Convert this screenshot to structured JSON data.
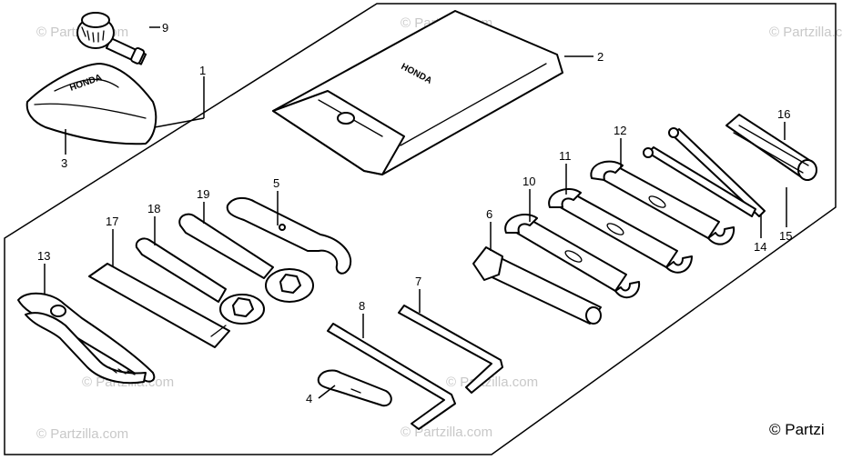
{
  "watermark": "© Partzilla.com",
  "copyright": "© Partzi",
  "brand_label": "HONDA",
  "callouts": {
    "c1": "1",
    "c2": "2",
    "c3": "3",
    "c4": "4",
    "c5": "5",
    "c6": "6",
    "c7": "7",
    "c8": "8",
    "c9": "9",
    "c10": "10",
    "c11": "11",
    "c12": "12",
    "c13": "13",
    "c14": "14",
    "c15": "15",
    "c16": "16",
    "c17": "17",
    "c18": "18",
    "c19": "19"
  }
}
